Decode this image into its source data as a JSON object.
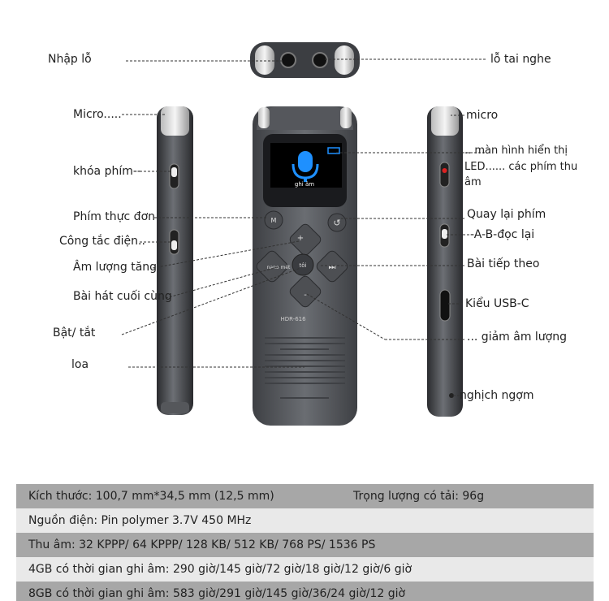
{
  "labels": {
    "input_hole": "Nhập lỗ",
    "headphone_jack": "lỗ tai nghe",
    "mic_left": "Micro.....",
    "mic_right": "micro",
    "key_lock": "khóa phím--",
    "screen_line1": ".. màn hình hiển thị",
    "screen_line2": "LED...... các phím thu",
    "screen_line3": "âm",
    "menu_key": "Phím thực đơn",
    "back_key": "Quay lại phím",
    "power_switch": "Công tắc điện..",
    "ab_repeat": "-A-B-đọc lại",
    "volume_up": "Âm lượng tăng",
    "next_track": "Bài tiếp theo",
    "prev_track": "Bài hát cuối cùng",
    "usb_c": "Kiểu USB-C",
    "on_off": "Bật/ tắt",
    "volume_down": "... giảm âm lượng",
    "speaker": "loa",
    "reset": "nghịch ngợm"
  },
  "device": {
    "model": "HDR-616",
    "screen_text": "ghi âm",
    "btn_left": "nano mét",
    "btn_center": "tôi",
    "btn_plus": "+",
    "btn_minus": "-"
  },
  "specs": {
    "size": "Kích thước: 100,7 mm*34,5 mm (12,5 mm)",
    "weight": "Trọng lượng có tải: 96g",
    "power": "Nguồn điện: Pin polymer 3.7V 450 MHz",
    "recording": "Thu âm: 32 KPPP/ 64 KPPP/ 128 KB/ 512 KB/ 768 PS/ 1536 PS",
    "time_4gb": "4GB có thời gian ghi âm: 290 giờ/145 giờ/72 giờ/18 giờ/12 giờ/6 giờ",
    "time_8gb": "8GB có thời gian ghi âm: 583 giờ/291 giờ/145 giờ/36/24 giờ/12 giờ"
  },
  "colors": {
    "device_body": "#5a5c61",
    "screen_accent": "#1e90ff",
    "spec_dark": "#a7a7a7",
    "spec_light": "#e9e9e9"
  }
}
